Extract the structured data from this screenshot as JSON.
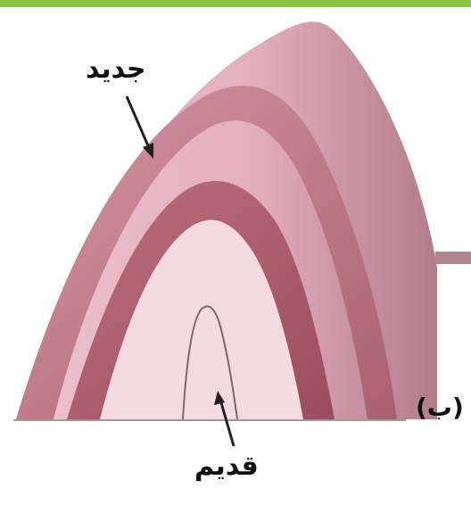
{
  "labels": {
    "new": "جديد",
    "old": "قديم",
    "panel": "(ب)"
  },
  "colors": {
    "top_band": "#8dc34a",
    "outer_body": "#e8bcc6",
    "outer_shade": "#b98492",
    "band": "#c58592",
    "band_dark": "#a65868",
    "gap": "#ffffff",
    "inner_fill": "#f3d9df",
    "inner_outline": "#7a6a6e",
    "baseline": "#9a9a9a",
    "arrow": "#222222"
  }
}
